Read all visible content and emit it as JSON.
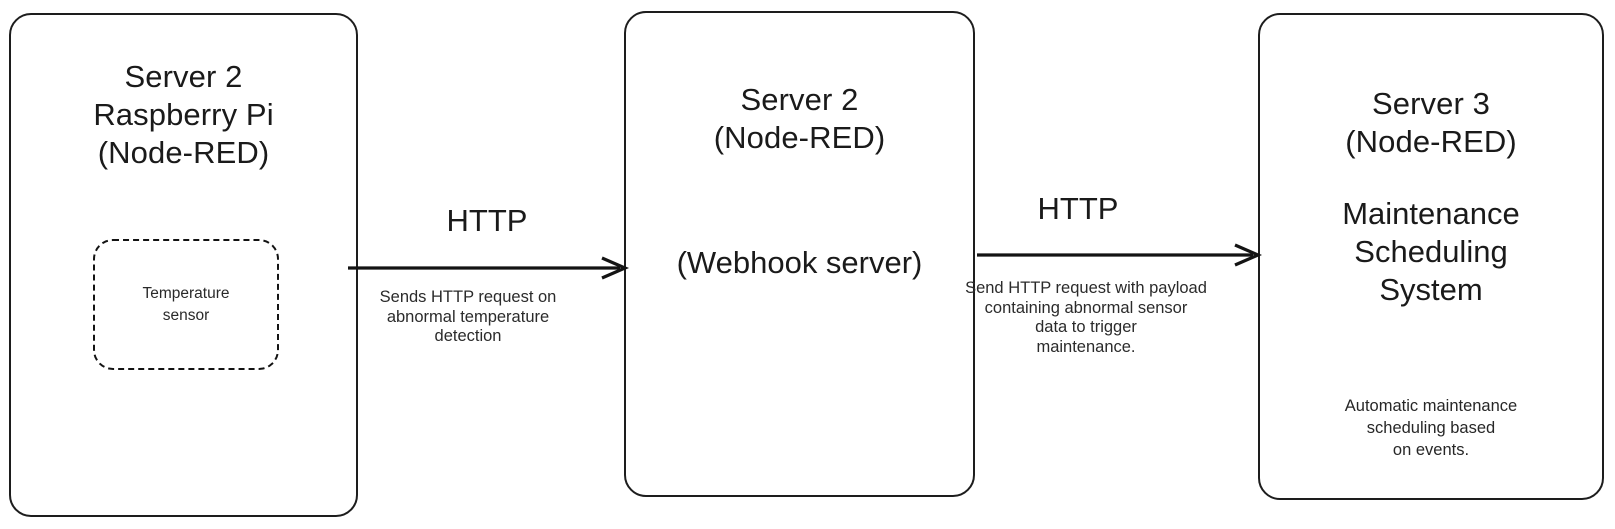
{
  "diagram": {
    "type": "flow-diagram",
    "background_color": "#ffffff",
    "stroke_color": "#1d1d1d",
    "text_color": "#1a1a1a"
  },
  "nodes": [
    {
      "id": "server2-raspberry-pi",
      "title": "Server 2\nRaspberry Pi\n(Node-RED)",
      "shape": "rounded-rectangle",
      "children": [
        {
          "id": "temperature-sensor",
          "label": "Temperature\nsensor",
          "shape": "rounded-rectangle-dashed"
        }
      ]
    },
    {
      "id": "server2-webhook",
      "title": "Server 2\n(Node-RED)",
      "subtitle": "(Webhook server)",
      "shape": "rounded-rectangle"
    },
    {
      "id": "server3-maintenance",
      "title": "Server 3\n(Node-RED)",
      "subtitle": "Maintenance\nScheduling\nSystem",
      "note": "Automatic maintenance\nscheduling based\non events.",
      "shape": "rounded-rectangle"
    }
  ],
  "edges": [
    {
      "id": "edge-pi-to-webhook",
      "from": "server2-raspberry-pi",
      "to": "server2-webhook",
      "label": "HTTP",
      "caption": "Sends HTTP request on\nabnormal temperature\ndetection",
      "direction": "right"
    },
    {
      "id": "edge-webhook-to-maintenance",
      "from": "server2-webhook",
      "to": "server3-maintenance",
      "label": "HTTP",
      "caption": "Send HTTP request with payload\ncontaining abnormal sensor\ndata to trigger\nmaintenance.",
      "direction": "right"
    }
  ]
}
